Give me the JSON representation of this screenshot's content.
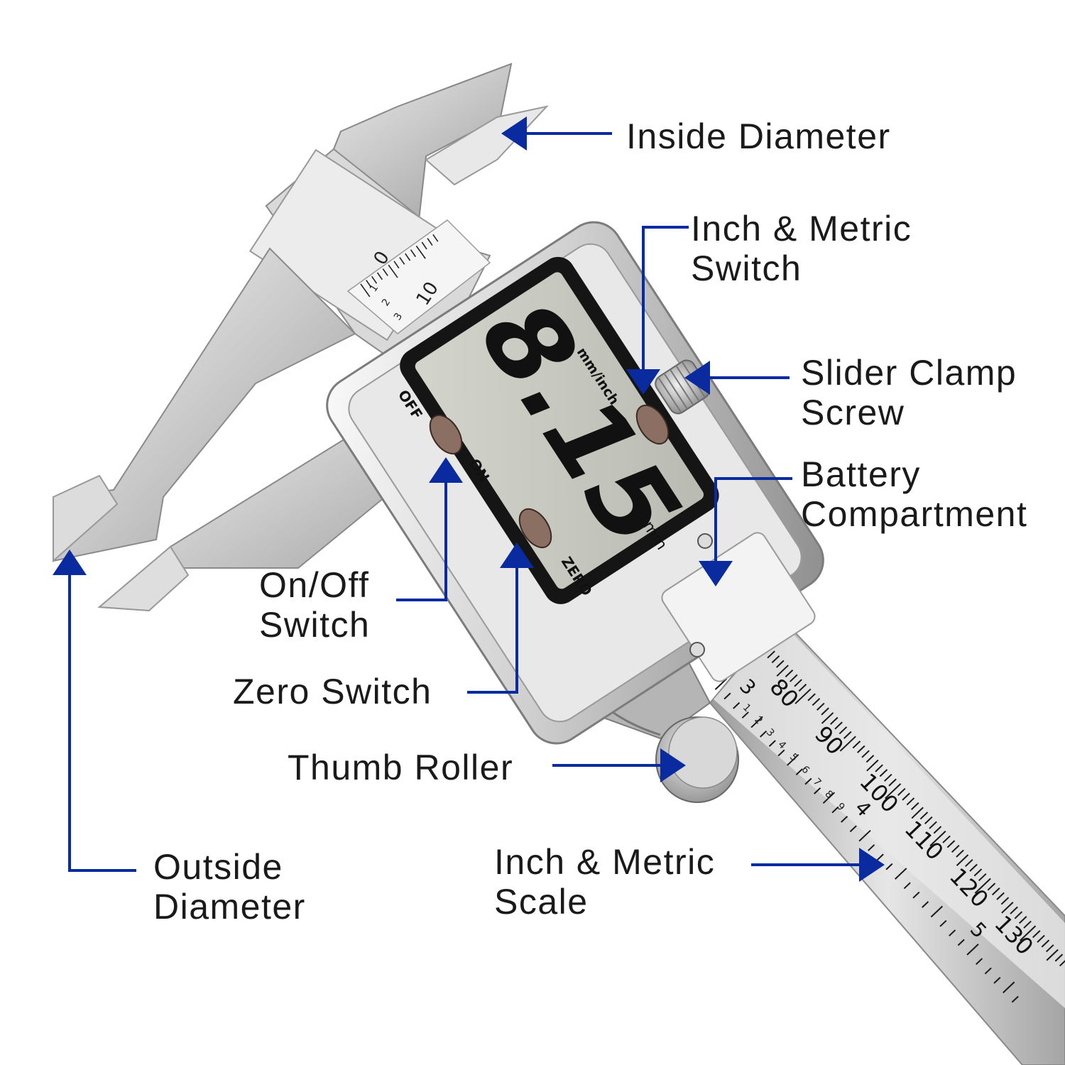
{
  "colors": {
    "leader": "#0a2aa0",
    "label_text": "#1a1a1a",
    "steel_light": "#eeeeee",
    "steel_mid": "#b8b8b8",
    "steel_dark": "#8c8c8c",
    "lcd_bg": "#c9cbc3",
    "lcd_digit": "#111111"
  },
  "callouts": {
    "inside_diameter": {
      "lines": [
        "Inside Diameter"
      ]
    },
    "inch_metric_switch": {
      "lines": [
        "Inch & Metric",
        "Switch"
      ]
    },
    "slider_clamp_screw": {
      "lines": [
        "Slider Clamp",
        "Screw"
      ]
    },
    "battery_compartment": {
      "lines": [
        "Battery",
        "Compartment"
      ]
    },
    "on_off_switch": {
      "lines": [
        "On/Off",
        "Switch"
      ]
    },
    "zero_switch": {
      "lines": [
        "Zero Switch"
      ]
    },
    "thumb_roller": {
      "lines": [
        "Thumb Roller"
      ]
    },
    "outside_diameter": {
      "lines": [
        "Outside",
        "Diameter"
      ]
    },
    "inch_metric_scale": {
      "lines": [
        "Inch & Metric",
        "Scale"
      ]
    }
  },
  "device": {
    "display_reading": "8.15",
    "display_unit": "mm",
    "button_mm_inch": "mm/inch",
    "button_off": "OFF",
    "button_on": "ON",
    "button_zero": "ZERO",
    "main_scale_numbers": [
      "80",
      "90",
      "100",
      "110",
      "120",
      "130"
    ],
    "main_scale_inch_numbers": [
      "3",
      "4",
      "5"
    ],
    "sub_scale_numbers": [
      "1",
      "2",
      "3",
      "4",
      "5",
      "6",
      "7",
      "8",
      "9"
    ],
    "jaw_scale_numbers": [
      "0",
      "10"
    ],
    "jaw_sub_numbers": [
      "1",
      "2",
      "3"
    ]
  }
}
